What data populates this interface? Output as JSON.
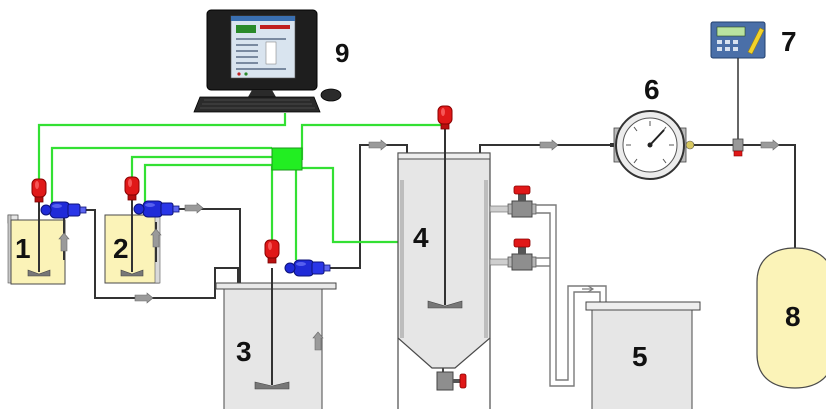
{
  "labels": {
    "tank1": "1",
    "tank2": "2",
    "tank3": "3",
    "reactor4": "4",
    "tank5": "5",
    "meter6": "6",
    "controller7": "7",
    "vessel8": "8",
    "computer9": "9"
  },
  "colors": {
    "signal_line": "#33e033",
    "junction_box": "#22ee22",
    "actuator": "#e01818",
    "pump": "#1f2ad8",
    "tank_small": "#fbf3b8",
    "tank_gray": "#e6e6e6",
    "vessel8": "#fbf3b8",
    "pipe": "#333333"
  },
  "icons": {
    "agitator": "agitator-icon",
    "pump": "pump-icon",
    "valve": "valve-icon",
    "flow_arrow": "flow-arrow-icon",
    "pressure_gauge": "pressure-gauge-icon",
    "computer": "computer-icon",
    "keyboard": "keyboard-icon",
    "mouse": "mouse-icon",
    "controller": "controller-icon"
  }
}
